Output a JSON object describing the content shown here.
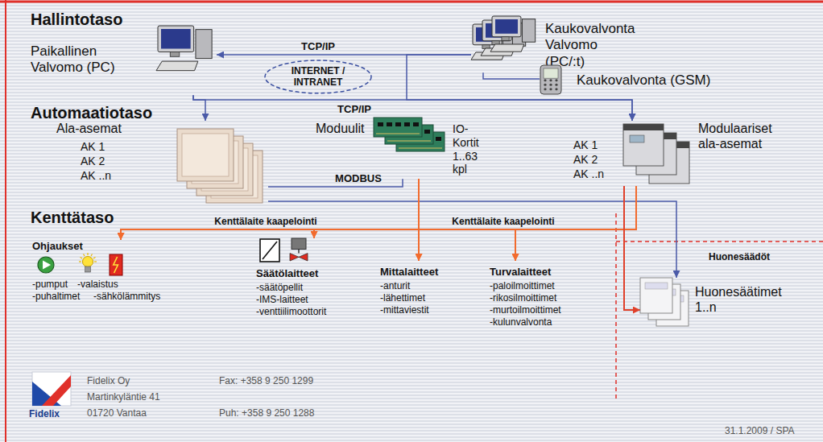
{
  "diagram": {
    "nodes": [
      {
        "text": [
          "Paikallinen Valvomo (PC)"
        ]
      },
      {
        "text": [
          "INTERNET / INTRANET"
        ]
      },
      {
        "text": [
          "Kaukovalvonta Valvomo (PC/:t)"
        ]
      },
      {
        "text": [
          "Kaukovalvonta (GSM)"
        ]
      },
      {
        "text": [
          "Ala-asemat",
          "AK 1",
          "AK 2",
          "AK ..n"
        ]
      },
      {
        "text": [
          "Moduulit",
          "IO-Kortit 1..63 kpl"
        ]
      },
      {
        "text": [
          "Modulaariset ala-asemat",
          "AK 1",
          "AK 2",
          "AK ..n"
        ]
      },
      {
        "text": [
          "Ohjaukset",
          "-pumput",
          "-puhaltimet",
          "-valaistus",
          "-sähkölämmitys"
        ]
      },
      {
        "text": [
          "Säätölaitteet",
          "-säätöpellit",
          "-IMS-laitteet",
          "-venttiilimoottorit"
        ]
      },
      {
        "text": [
          "Mittalaitteet",
          "-anturit",
          "-lähettimet",
          "-mittaviestit"
        ]
      },
      {
        "text": [
          "Turvalaitteet",
          "-paloilmoittimet",
          "-rikosilmoittimet",
          "-murtoilmoittimet",
          "-kulunvalvonta"
        ]
      },
      {
        "text": [
          "Huonesäätimet 1..n"
        ]
      }
    ],
    "edges": [
      {
        "from": 2,
        "to": 0,
        "arrow": "to",
        "label": "TCP/IP"
      },
      {
        "from": 2,
        "to": 3,
        "arrow": "none"
      },
      {
        "from": 0,
        "to": 4,
        "arrow": "to"
      },
      {
        "from": 0,
        "to": 6,
        "arrow": "to",
        "label": "TCP/IP"
      },
      {
        "from": 2,
        "to": 6,
        "arrow": "to"
      },
      {
        "from": 4,
        "to": 5,
        "arrow": "none",
        "label": "MODBUS"
      },
      {
        "from": 4,
        "to": 11,
        "arrow": "to"
      },
      {
        "from": 5,
        "to": 7,
        "arrow": "to",
        "label": "Kenttälaite kaapelointi"
      },
      {
        "from": 5,
        "to": 8,
        "arrow": "to"
      },
      {
        "from": 5,
        "to": 9,
        "arrow": "to"
      },
      {
        "from": 5,
        "to": 10,
        "arrow": "to"
      },
      {
        "from": 6,
        "to": 7,
        "arrow": "to"
      },
      {
        "from": 6,
        "to": 8,
        "arrow": "to"
      },
      {
        "from": 6,
        "to": 9,
        "arrow": "to"
      },
      {
        "from": 6,
        "to": 10,
        "arrow": "to",
        "label": "Kenttälaite kaapelointi"
      },
      {
        "from": 6,
        "to": 11,
        "arrow": "to"
      }
    ],
    "labels": [
      "Hallintotaso",
      "Automaatiotaso",
      "Kenttätaso",
      "Huonesäädöt",
      "Fidelix",
      "Fidelix Oy",
      "Martinkyläntie 41",
      "01720 Vantaa",
      "Fax: +358 9 250 1299",
      "Puh: +358 9 250 1288",
      "31.1.2009 / SPA"
    ]
  }
}
